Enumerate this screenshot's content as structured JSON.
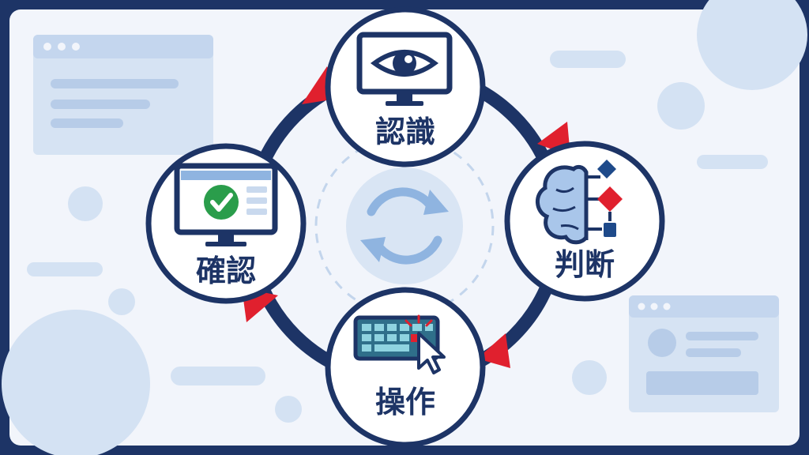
{
  "colors": {
    "frame": "#1d3466",
    "panel": "#f2f5fb",
    "navy": "#1d3466",
    "accent_red": "#e0202e",
    "decor_blue": "#c9d9ee",
    "decor_blue_dark": "#aec6e6",
    "center_icon": "#8fb4e0",
    "check_green": "#2a9d4b",
    "keyboard_teal": "#2f6f8a"
  },
  "cycle": {
    "center_icon": "refresh-cycle-icon",
    "nodes": [
      {
        "id": "recognize",
        "label": "認識",
        "icon": "monitor-eye-icon"
      },
      {
        "id": "judge",
        "label": "判断",
        "icon": "brain-decision-icon"
      },
      {
        "id": "operate",
        "label": "操作",
        "icon": "keyboard-cursor-icon"
      },
      {
        "id": "verify",
        "label": "確認",
        "icon": "monitor-check-icon"
      }
    ]
  }
}
